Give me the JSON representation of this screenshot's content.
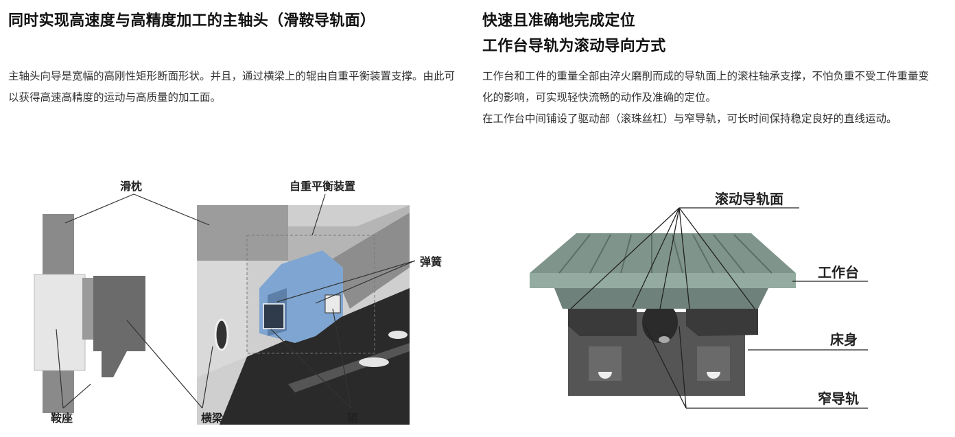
{
  "left": {
    "title": "同时实现高速度与高精度加工的主轴头（滑鞍导轨面）",
    "paragraph": "主轴头向导是宽幅的高刚性矩形断面形状。并且，通过横梁上的辊由自重平衡装置支撑。由此可以获得高速高精度的运动与高质量的加工面。",
    "figure_labels": {
      "ram": "滑枕",
      "counterbalance": "自重平衡装置",
      "spring": "弹簧",
      "saddle": "鞍座",
      "crossrail": "横梁",
      "roller": "辊"
    }
  },
  "right": {
    "title_line1": "快速且准确地完成定位",
    "title_line2": "工作台导轨为滚动导向方式",
    "paragraph1": "工作台和工件的重量全部由淬火磨削而成的导轨面上的滚柱轴承支撑，不怕负重不受工件重量变化的影响，可实现轻快流畅的动作及准确的定位。",
    "paragraph2": "在工作台中间铺设了驱动部（滚珠丝杠）与窄导轨，可长时间保持稳定良好的直线运动。",
    "figure_labels": {
      "rolling_guide": "滚动导轨面",
      "table": "工作台",
      "bed": "床身",
      "narrow_guide": "窄导轨"
    }
  },
  "colors": {
    "accent_blue": "#7fa6d2",
    "table_green": "#8fa89f",
    "dark_gray": "#4a4a4a"
  }
}
